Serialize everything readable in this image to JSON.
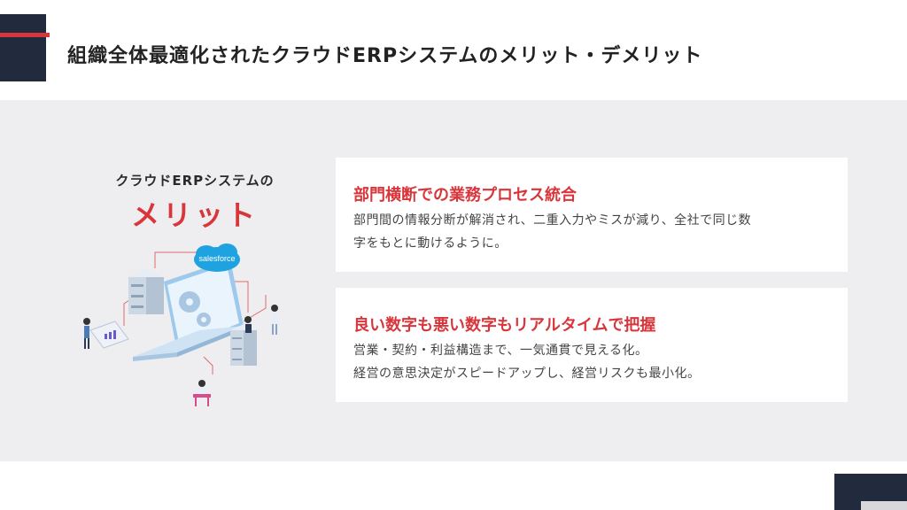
{
  "header": {
    "title": "組織全体最適化されたクラウドERPシステムのメリット・デメリット"
  },
  "left": {
    "subtitle": "クラウドERPシステムの",
    "title": "メリット",
    "cloud_label": "salesforce"
  },
  "cards": [
    {
      "heading": "部門横断での業務プロセス統合",
      "lines": [
        "部門間の情報分断が解消され、二重入力やミスが減り、全社で同じ数",
        "字をもとに動けるように。"
      ]
    },
    {
      "heading": "良い数字も悪い数字もリアルタイムで把握",
      "lines": [
        "営業・契約・利益構造まで、一気通貫で見える化。",
        "経営の意思決定がスピードアップし、経営リスクも最小化。"
      ]
    }
  ],
  "colors": {
    "accent_red": "#d8363b",
    "navy": "#222b3d",
    "panel_gray": "#eeeef0",
    "cloud_blue": "#1fa3e0"
  },
  "icons": [
    "gear-icon",
    "cloud-icon",
    "server-icon",
    "laptop-icon",
    "person-icon",
    "chart-icon"
  ]
}
